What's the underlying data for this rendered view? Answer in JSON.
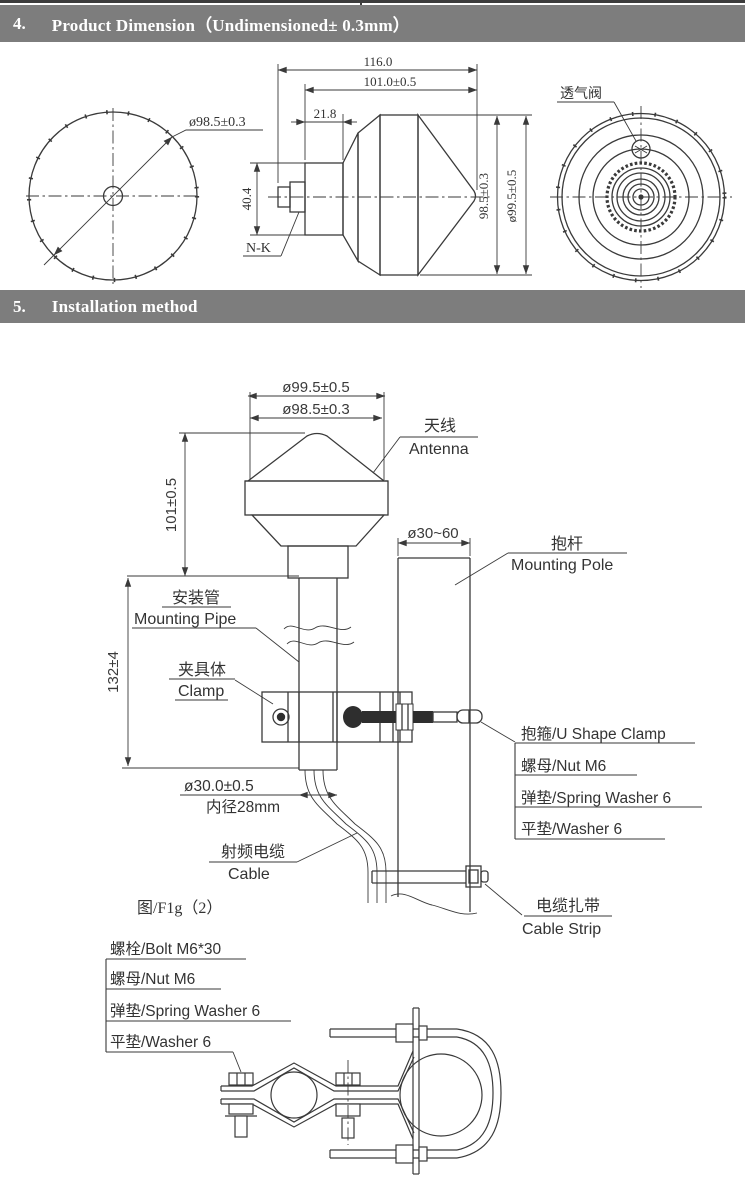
{
  "section4": {
    "number": "4.",
    "title": "Product Dimension（Undimensioned± 0.3mm）",
    "front_view": {
      "diameter": "ø98.5±0.3"
    },
    "side_view": {
      "overall_length": "116.0",
      "body_length": "101.0±0.5",
      "connector_length": "21.8",
      "connector_diameter": "40.4",
      "connector_type": "N-K",
      "body_diameter": "98.5±0.3",
      "fin_diameter": "ø99.5±0.5"
    },
    "rear_view": {
      "vent_valve": "透气阀"
    }
  },
  "section5": {
    "number": "5.",
    "title": "Installation method",
    "dims": {
      "fin_diameter": "ø99.5±0.5",
      "body_diameter": "ø98.5±0.3",
      "antenna_height": "101±0.5",
      "pipe_length": "132±4",
      "pole_diameter": "ø30~60",
      "pipe_outer_diameter": "ø30.0±0.5",
      "pipe_inner_diameter": "内径28mm"
    },
    "labels": {
      "antenna_cn": "天线",
      "antenna_en": "Antenna",
      "pole_cn": "抱杆",
      "pole_en": "Mounting Pole",
      "pipe_cn": "安装管",
      "pipe_en": "Mounting Pipe",
      "clamp_cn": "夹具体",
      "clamp_en": "Clamp",
      "cable_cn": "射频电缆",
      "cable_en": "Cable",
      "strip_cn": "电缆扎带",
      "strip_en": "Cable Strip",
      "figure_caption": "图/F1g（2）"
    },
    "pole_hardware": [
      "抱箍/U Shape Clamp",
      "螺母/Nut M6",
      "弹垫/Spring Washer 6",
      "平垫/Washer 6"
    ],
    "clamp_hardware": [
      "螺栓/Bolt M6*30",
      "螺母/Nut M6",
      "弹垫/Spring Washer 6",
      "平垫/Washer 6"
    ]
  },
  "colors": {
    "header_bg": "#7d7d7d",
    "header_text": "#ffffff",
    "line": "#3a3a3a"
  }
}
